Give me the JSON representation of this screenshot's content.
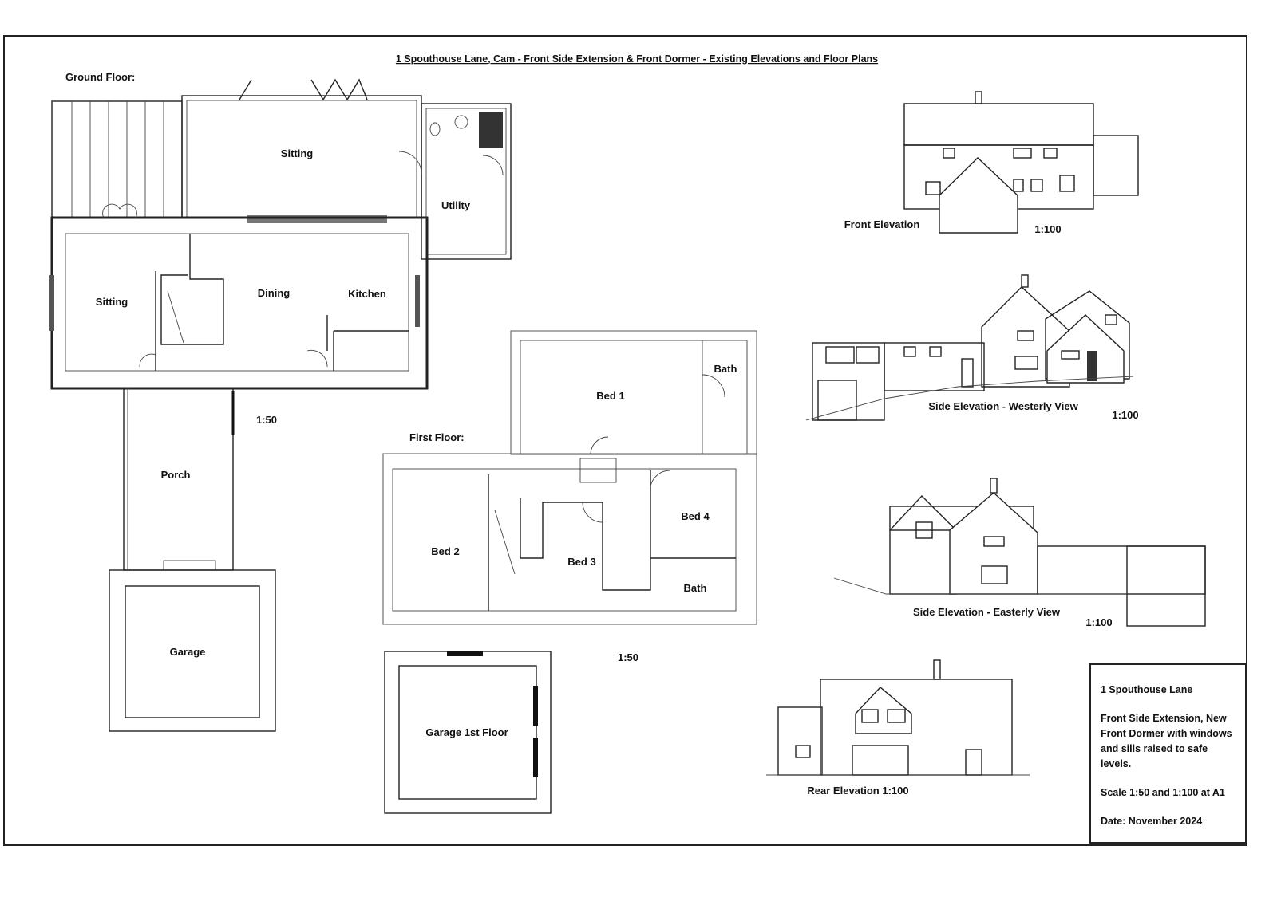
{
  "title": "1 Spouthouse Lane, Cam - Front Side Extension & Front Dormer - Existing Elevations and Floor Plans",
  "ground_floor": {
    "heading": "Ground Floor:",
    "rooms": {
      "sitting_rear": "Sitting",
      "utility": "Utility",
      "sitting": "Sitting",
      "dining": "Dining",
      "kitchen": "Kitchen",
      "porch": "Porch",
      "garage": "Garage"
    },
    "scale": "1:50"
  },
  "first_floor": {
    "heading": "First Floor:",
    "rooms": {
      "bed1": "Bed 1",
      "bath1": "Bath",
      "bed2": "Bed 2",
      "bed3": "Bed 3",
      "bed4": "Bed 4",
      "bath2": "Bath",
      "garage_1st": "Garage 1st Floor"
    },
    "scale": "1:50"
  },
  "elevations": {
    "front": {
      "label": "Front Elevation",
      "scale": "1:100"
    },
    "west": {
      "label": "Side Elevation - Westerly View",
      "scale": "1:100"
    },
    "east": {
      "label": "Side Elevation - Easterly View",
      "scale": "1:100"
    },
    "rear": {
      "label": "Rear Elevation 1:100"
    }
  },
  "info_box": {
    "address": "1 Spouthouse Lane",
    "description": "Front Side Extension, New Front Dormer with windows and sills raised to safe levels.",
    "scale": "Scale 1:50 and 1:100 at A1",
    "date": "Date: November 2024"
  }
}
